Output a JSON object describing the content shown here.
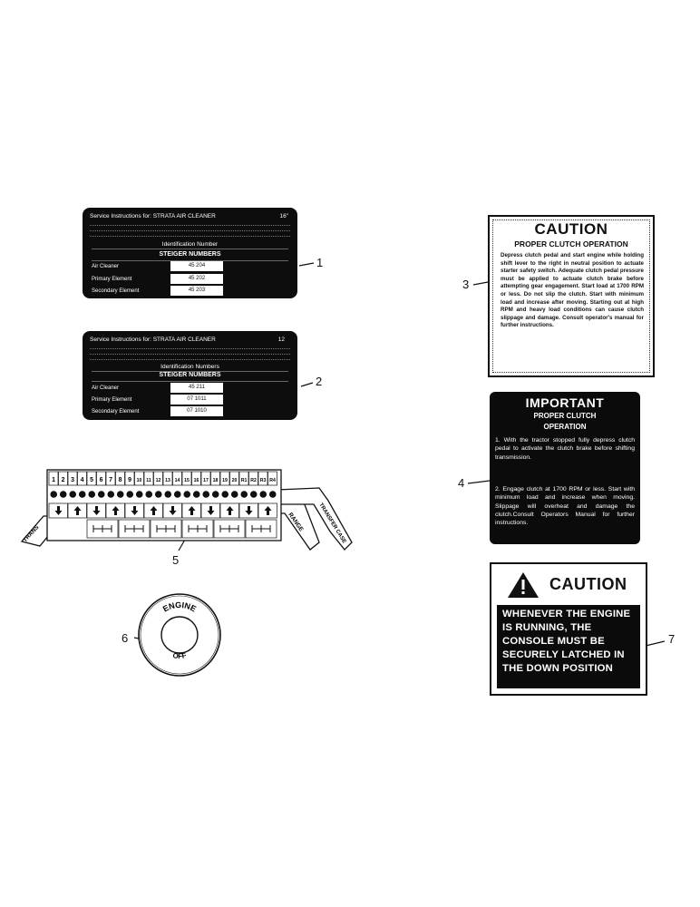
{
  "decal1": {
    "service": "Service Instructions for: STRATA AIR CLEANER",
    "size": "16\"",
    "identification": "Identification Number",
    "steiger": "STEIGER NUMBERS",
    "rows": [
      {
        "label": "Air Cleaner",
        "value": "45 204"
      },
      {
        "label": "Primary Element",
        "value": "45 202"
      },
      {
        "label": "Secondary Element",
        "value": "45 203"
      }
    ]
  },
  "decal2": {
    "service": "Service Instructions for: STRATA AIR CLEANER",
    "size": "12",
    "identification": "Identification Numbers",
    "steiger": "STEIGER NUMBERS",
    "rows": [
      {
        "label": "Air Cleaner",
        "value": "45 211"
      },
      {
        "label": "Primary Element",
        "value": "07 1011"
      },
      {
        "label": "Secondary Element",
        "value": "07 1010"
      }
    ]
  },
  "decal3": {
    "title": "CAUTION",
    "subtitle": "PROPER CLUTCH OPERATION",
    "body": "Depress clutch pedal and start engine while holding shift lever to the right in neutral position to actuate starter safety switch. Adequate clutch pedal pressure must be applied to actuate clutch brake before attempting gear engagement. Start load at 1700 RPM or less. Do not slip the clutch. Start with minimum load and increase after moving. Starting out at high RPM and heavy load conditions can cause clutch slippage and damage. Consult operator's manual for further instructions."
  },
  "decal4": {
    "title": "IMPORTANT",
    "subtitle1": "PROPER  CLUTCH",
    "subtitle2": "OPERATION",
    "step1": "1. With the tractor stopped fully depress clutch pedal to activate the clutch brake before shifting transmission.",
    "step2": "2. Engage clutch at 1700 RPM or less. Start with minimum load and increase when moving. Slippage will overheat and damage the clutch.Consult Operators Manual for further instructions."
  },
  "decal5": {
    "numbers": [
      "1",
      "2",
      "3",
      "4",
      "5",
      "6",
      "7",
      "8",
      "9",
      "10",
      "11",
      "12",
      "13",
      "14",
      "15",
      "16",
      "17",
      "18",
      "19",
      "20",
      "R1",
      "R2",
      "R3",
      "R4"
    ],
    "trans_label": "TRANS",
    "range_label": "RANGE",
    "transfer_label": "TRANSFER CASE"
  },
  "decal6": {
    "top": "ENGINE",
    "bottom": "OFF"
  },
  "decal7": {
    "title": "CAUTION",
    "lines": [
      "WHENEVER THE ENGINE",
      "IS RUNNING, THE",
      "CONSOLE MUST BE",
      "SECURELY LATCHED IN",
      "THE DOWN POSITION"
    ]
  },
  "callouts": [
    "1",
    "2",
    "3",
    "4",
    "5",
    "6",
    "7"
  ]
}
